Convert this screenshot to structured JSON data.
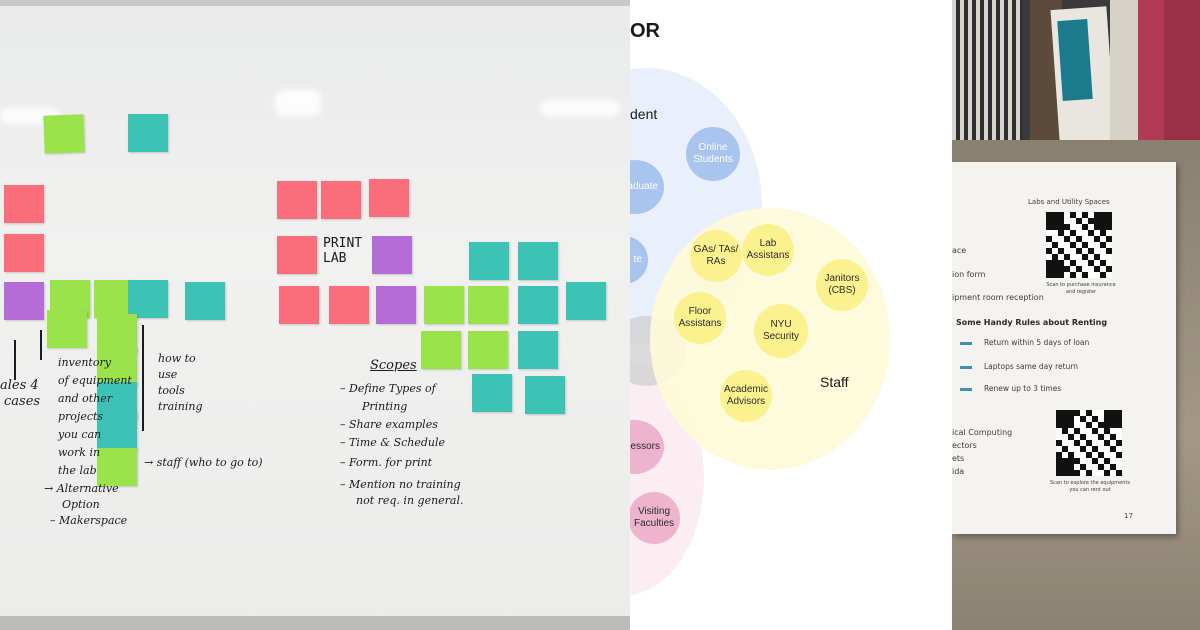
{
  "whiteboard": {
    "print_lab_title": "PRINT LAB",
    "left_list": [
      "inventory",
      "of equipment",
      "and other",
      "projects",
      "you can",
      "work in",
      "the lab",
      "→ Alternative",
      "Option",
      "– Makerspace"
    ],
    "left_fragments": [
      "ales 4",
      "cases"
    ],
    "how_to_note": [
      "how to",
      "use",
      "tools",
      "training"
    ],
    "staff_note": "→ staff (who to go to)",
    "scopes_title": "Scopes",
    "scopes_items": [
      "– Define Types of",
      "Printing",
      "– Share examples",
      "– Time & Schedule",
      "– Form. for print",
      "– Mention no training",
      "not req. in general."
    ]
  },
  "diagram": {
    "heading_fragment": "OR",
    "group_labels": {
      "student": "dent",
      "staff": "Staff"
    },
    "student_nodes": [
      "Online Students",
      "aduate",
      "te"
    ],
    "staff_nodes": [
      "GAs/ TAs/ RAs",
      "Lab Assistans",
      "Janitors (CBS)",
      "Floor Assistans",
      "NYU Security",
      "Academic Advisors"
    ],
    "faculty_nodes": [
      "junct essors",
      "Visiting Faculties"
    ],
    "colors": {
      "student_blue": "#a9c4ee",
      "staff_yellow": "#fbf28f",
      "faculty_pink": "#eeb3cd",
      "gray": "#c9c9c9"
    }
  },
  "booklet": {
    "header": "Labs and Utility Spaces",
    "left_lines": [
      "ace",
      "ion form",
      "ipment room reception"
    ],
    "qr1_caption": "Scan to purchase insurance and register",
    "rules_title": "Some Handy Rules about Renting",
    "rules": [
      "Return within 5 days of loan",
      "Laptops same day return",
      "Renew up to 3 times"
    ],
    "lower_lines": [
      "ical Computing",
      "ectors",
      "ets",
      "ida"
    ],
    "qr2_caption": "Scan to explore the equipments you can rent out",
    "page_number": "17"
  }
}
